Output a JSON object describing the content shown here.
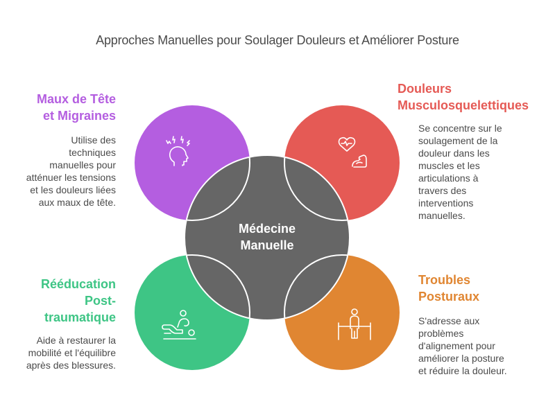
{
  "title": "Approches Manuelles pour Soulager Douleurs et Améliorer Posture",
  "center": {
    "line1": "Médecine",
    "line2": "Manuelle",
    "color": "#666666"
  },
  "sections": {
    "top_left": {
      "heading_line1": "Maux de Tête",
      "heading_line2": "et Migraines",
      "desc_lines": [
        "Utilise des",
        "techniques",
        "manuelles pour",
        "atténuer les tensions",
        "et les douleurs liées",
        "aux maux de tête."
      ],
      "color": "#b45ee0",
      "icon": "head-migraine-icon"
    },
    "top_right": {
      "heading_line1": "Douleurs",
      "heading_line2": "Musculosquelettiques",
      "desc_lines": [
        "Se concentre sur le",
        "soulagement de la",
        "douleur dans les",
        "muscles et les",
        "articulations à",
        "travers des",
        "interventions",
        "manuelles."
      ],
      "color": "#e55a55",
      "icon": "heart-muscle-icon"
    },
    "bottom_left": {
      "heading_line1": "Rééducation",
      "heading_line2": "Post-",
      "heading_line3": "traumatique",
      "desc_lines": [
        "Aide à restaurer la",
        "mobilité et l'équilibre",
        "après des blessures."
      ],
      "color": "#3ec585",
      "icon": "massage-therapy-icon"
    },
    "bottom_right": {
      "heading_line1": "Troubles",
      "heading_line2": "Posturaux",
      "desc_lines": [
        "S'adresse aux",
        "problèmes",
        "d'alignement pour",
        "améliorer la posture",
        "et réduire la douleur."
      ],
      "color": "#e08632",
      "icon": "parallel-bars-posture-icon"
    }
  }
}
